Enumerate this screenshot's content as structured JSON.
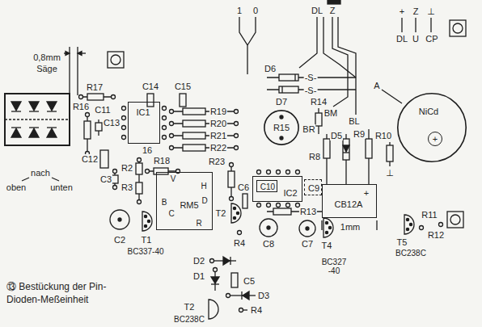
{
  "diagram": {
    "caption": "⑬ Bestückung der Pin-Dioden-Meßeinheit",
    "nodes": [
      {
        "text": [
          "IC1"
        ]
      },
      {
        "text": [
          "D7",
          "R15"
        ]
      },
      {
        "text": [
          "NiCd",
          "+"
        ]
      },
      {
        "text": [
          "IC2"
        ]
      },
      {
        "text": [
          "C10"
        ],
        "in": 3
      },
      {
        "text": [
          "C9"
        ]
      },
      {
        "text": [
          "RM5"
        ]
      },
      {
        "text": [
          "CB12A",
          "+"
        ]
      }
    ],
    "labels": [
      "0,8mm",
      "Säge",
      "R17",
      "C14",
      "C15",
      "R16",
      "C11",
      "C13",
      "16",
      "C12",
      "R19",
      "R20",
      "R21",
      "R22",
      "nach",
      "oben",
      "unten",
      "R2",
      "R18",
      "R3",
      "C3",
      "V",
      "H",
      "D",
      "B",
      "C",
      "R",
      "R23",
      "C6",
      "R13",
      "T2",
      "R4",
      "C2",
      "T1",
      "BC337-40",
      "C8",
      "C7",
      "T4",
      "BC327 -40",
      "1",
      "0",
      "DL",
      "Z",
      "+",
      "Z",
      "⊥",
      "DL",
      "U",
      "CP",
      "D6",
      "-S-",
      "-S-",
      "R14",
      "BM",
      "BR",
      "BL",
      "A",
      "R9",
      "R10",
      "R8",
      "D5",
      "⊥",
      "1mm",
      "R11",
      "R12",
      "T5",
      "BC238C",
      "D2",
      "D1",
      "C5",
      "D3",
      "T2",
      "R4",
      "BC238C"
    ]
  }
}
